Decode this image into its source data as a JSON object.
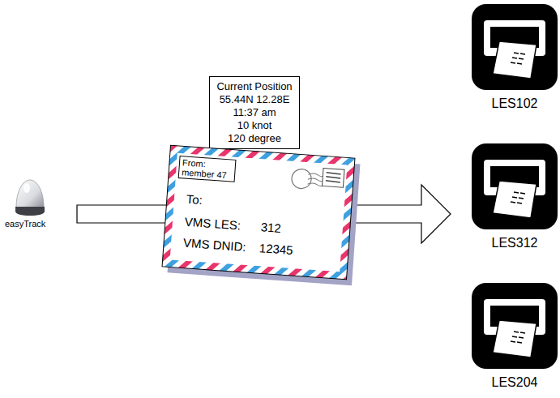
{
  "diagram": {
    "nodes": [
      {
        "text": [
          "Current Position",
          "55.44N 12.28E",
          "11:37 am",
          "10 knot",
          "120 degree"
        ]
      },
      {
        "text": [
          "To:",
          "VMS LES:",
          "312",
          "VMS DNID:",
          "12345"
        ]
      },
      {
        "text": [
          "From: member 47"
        ],
        "in": 1
      },
      {
        "text": [
          "LES102"
        ]
      },
      {
        "text": [
          "LES312"
        ]
      },
      {
        "text": [
          "LES204"
        ]
      }
    ],
    "labels": [
      "easyTrack"
    ]
  }
}
